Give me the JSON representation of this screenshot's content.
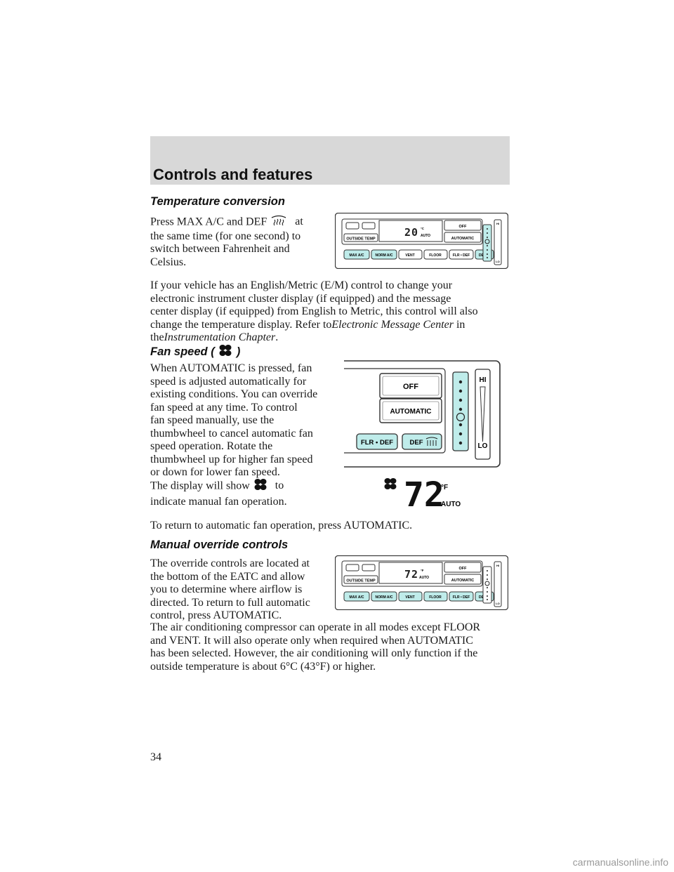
{
  "header": {
    "title": "Controls and features"
  },
  "sections": {
    "temp_conversion": {
      "heading": "Temperature conversion",
      "para1": {
        "l1a": "Press MAX A/C and DEF",
        "l1b": "at",
        "l2": "the same time (for one second) to",
        "l3": "switch between Fahrenheit and",
        "l4": "Celsius."
      },
      "para2": {
        "l1": "If your vehicle has an English/Metric (E/M) control to change your",
        "l2": "electronic instrument cluster display (if equipped) and the message",
        "l3": "center display (if equipped) from English to Metric, this control will also",
        "l4a": "change the temperature display. Refer to",
        "l4b": "Electronic Message Center",
        "l4c": " in",
        "l5a": "the",
        "l5b": "Instrumentation Chapter",
        "l5c": "."
      }
    },
    "fan_speed": {
      "heading_a": "Fan speed (",
      "heading_b": ")",
      "para1": [
        "When AUTOMATIC is pressed, fan",
        "speed is adjusted automatically for",
        "existing conditions. You can override",
        "fan speed at any time. To control",
        "fan speed manually, use the",
        "thumbwheel to cancel automatic fan",
        "speed operation. Rotate the",
        "thumbwheel up for higher fan speed",
        "or down for lower fan speed."
      ],
      "para2": {
        "l1a": "The display will show",
        "l1b": "to",
        "l2": "indicate manual fan operation."
      },
      "para3": "To return to automatic fan operation, press AUTOMATIC."
    },
    "manual_override": {
      "heading": "Manual override controls",
      "para1": [
        "The override controls are located at",
        "the bottom of the EATC and allow",
        "you to determine where airflow is",
        "directed. To return to full automatic",
        "control, press AUTOMATIC."
      ],
      "para2": [
        "The air conditioning compressor can operate in all modes except FLOOR",
        "and VENT. It will also operate only when required when AUTOMATIC",
        "has been selected. However, the air conditioning will only function if the",
        "outside temperature is about 6°C (43°F) or higher."
      ]
    }
  },
  "panel1": {
    "display_temp": "20",
    "unit": "°C",
    "mode": "AUTO",
    "buttons": {
      "outside_temp": "OUTSIDE TEMP",
      "off": "OFF",
      "automatic": "AUTOMATIC",
      "max_ac": "MAX A/C",
      "norm_ac": "NORM A/C",
      "vent": "VENT",
      "floor": "FLOOR",
      "flr_def": "FLR • DEF",
      "def": "DEF"
    },
    "hi": "HI",
    "lo": "LO"
  },
  "panel2": {
    "off": "OFF",
    "automatic": "AUTOMATIC",
    "flr_def": "FLR • DEF",
    "def": "DEF",
    "hi": "HI",
    "lo": "LO"
  },
  "display_small": {
    "temp": "72",
    "unit": "°F",
    "mode": "AUTO"
  },
  "panel3": {
    "display_temp": "72",
    "unit": "°F",
    "mode": "AUTO",
    "buttons": {
      "outside_temp": "OUTSIDE TEMP",
      "off": "OFF",
      "automatic": "AUTOMATIC",
      "max_ac": "MAX A/C",
      "norm_ac": "NORM A/C",
      "vent": "VENT",
      "floor": "FLOOR",
      "flr_def": "FLR • DEF",
      "def": "DEF"
    },
    "hi": "HI",
    "lo": "LO"
  },
  "page_number": "34",
  "watermark": "carmanualsonline.info",
  "colors": {
    "header_bg": "#d8d8d8",
    "button_cyan": "#bfecea"
  }
}
